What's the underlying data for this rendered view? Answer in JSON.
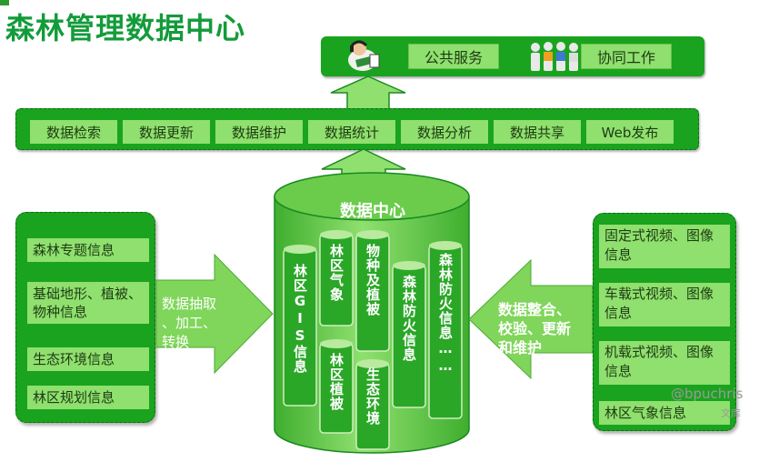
{
  "header": {
    "title": "森林管理数据中心"
  },
  "services": [
    {
      "label": "公共服务",
      "icon": "support-agent-icon"
    },
    {
      "label": "协同工作",
      "icon": "people-group-icon"
    }
  ],
  "functions": [
    "数据检索",
    "数据更新",
    "数据维护",
    "数据统计",
    "数据分析",
    "数据共享",
    "Web发布"
  ],
  "left_panel": {
    "items": [
      "森林专题信息",
      "基础地形、植被、物种信息",
      "生态环境信息",
      "林区规划信息"
    ]
  },
  "left_arrow": {
    "lines": [
      "数据抽取",
      "、加工、",
      "转换"
    ]
  },
  "center": {
    "title": "数据中心",
    "tubes": [
      "林区GIS信息",
      "林区气象",
      "林区植被",
      "物种及植被",
      "生态环境",
      "森林防火信息",
      "森林防火信息……"
    ]
  },
  "right_arrow": {
    "lines": [
      "数据整合、",
      "校验、更新",
      "和维护"
    ]
  },
  "right_panel": {
    "items": [
      "固定式视频、图像信息",
      "车载式视频、图像信息",
      "机载式视频、图像信息",
      "林区气象信息"
    ]
  },
  "watermark": {
    "text": "@bpuchris",
    "sub": "文库"
  },
  "colors": {
    "bar_green": "#1aa31f",
    "box_green": "#8fe06e",
    "title_green": "#139b3a",
    "arrow_green": "#7fd65a"
  }
}
